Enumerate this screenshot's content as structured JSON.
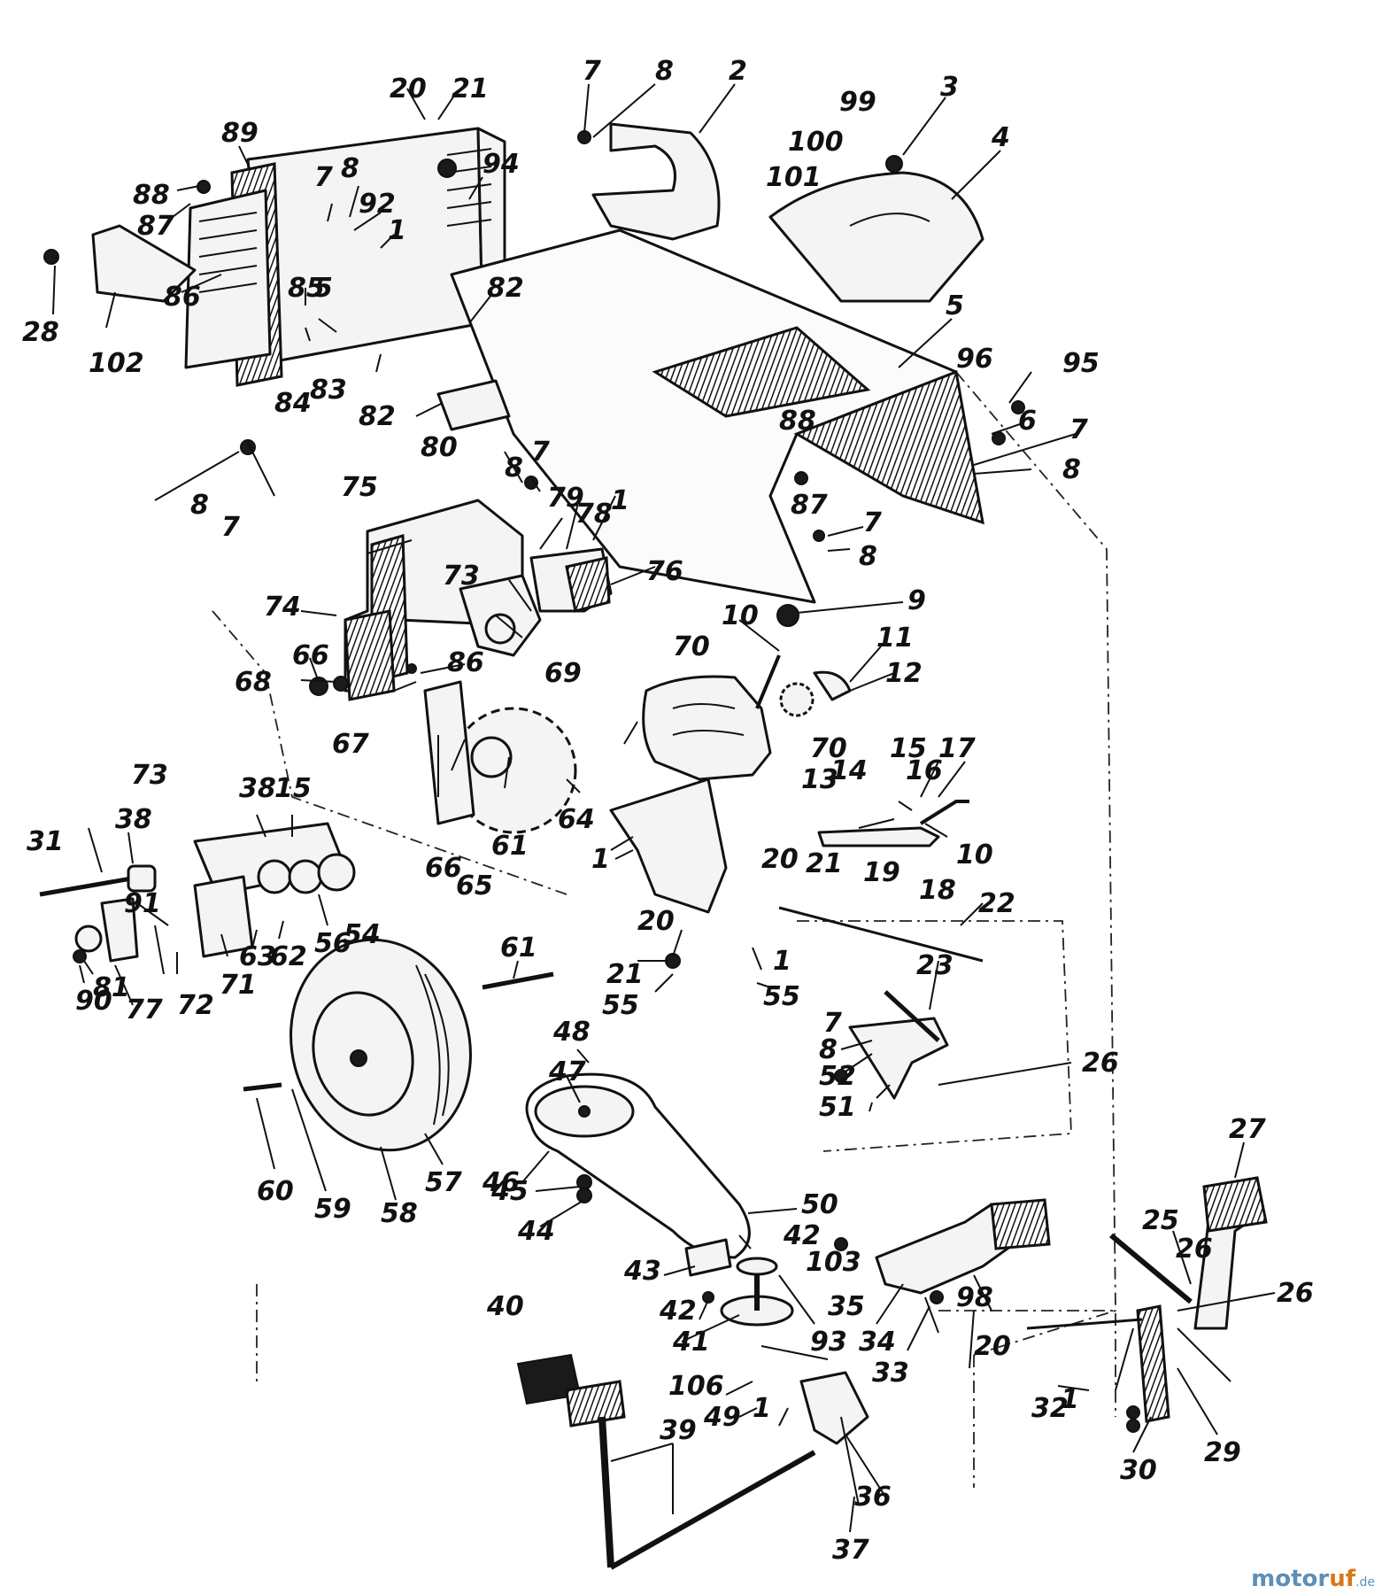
{
  "diagram": {
    "callouts": [
      {
        "id": "c2",
        "text": "2"
      },
      {
        "id": "c3",
        "text": "3"
      },
      {
        "id": "c4",
        "text": "4"
      },
      {
        "id": "c5",
        "text": "5"
      },
      {
        "id": "c6",
        "text": "6"
      },
      {
        "id": "c7a",
        "text": "7"
      },
      {
        "id": "c7b",
        "text": "7"
      },
      {
        "id": "c7c",
        "text": "7"
      },
      {
        "id": "c7d",
        "text": "7"
      },
      {
        "id": "c7e",
        "text": "7"
      },
      {
        "id": "c7f",
        "text": "7"
      },
      {
        "id": "c7g",
        "text": "7"
      },
      {
        "id": "c8a",
        "text": "8"
      },
      {
        "id": "c8b",
        "text": "8"
      },
      {
        "id": "c8c",
        "text": "8"
      },
      {
        "id": "c8d",
        "text": "8"
      },
      {
        "id": "c8e",
        "text": "8"
      },
      {
        "id": "c8f",
        "text": "8"
      },
      {
        "id": "c8g",
        "text": "8"
      },
      {
        "id": "c9",
        "text": "9"
      },
      {
        "id": "c10a",
        "text": "10"
      },
      {
        "id": "c10b",
        "text": "10"
      },
      {
        "id": "c11",
        "text": "11"
      },
      {
        "id": "c12",
        "text": "12"
      },
      {
        "id": "c13",
        "text": "13"
      },
      {
        "id": "c14",
        "text": "14"
      },
      {
        "id": "c15a",
        "text": "15"
      },
      {
        "id": "c15b",
        "text": "15"
      },
      {
        "id": "c16",
        "text": "16"
      },
      {
        "id": "c17",
        "text": "17"
      },
      {
        "id": "c18",
        "text": "18"
      },
      {
        "id": "c19",
        "text": "19"
      },
      {
        "id": "c20a",
        "text": "20"
      },
      {
        "id": "c20b",
        "text": "20"
      },
      {
        "id": "c20c",
        "text": "20"
      },
      {
        "id": "c20d",
        "text": "20"
      },
      {
        "id": "c21a",
        "text": "21"
      },
      {
        "id": "c21b",
        "text": "21"
      },
      {
        "id": "c21c",
        "text": "21"
      },
      {
        "id": "c22",
        "text": "22"
      },
      {
        "id": "c23",
        "text": "23"
      },
      {
        "id": "c25",
        "text": "25"
      },
      {
        "id": "c26a",
        "text": "26"
      },
      {
        "id": "c26b",
        "text": "26"
      },
      {
        "id": "c26c",
        "text": "26"
      },
      {
        "id": "c27",
        "text": "27"
      },
      {
        "id": "c28",
        "text": "28"
      },
      {
        "id": "c29",
        "text": "29"
      },
      {
        "id": "c30",
        "text": "30"
      },
      {
        "id": "c31",
        "text": "31"
      },
      {
        "id": "c32",
        "text": "32"
      },
      {
        "id": "c33",
        "text": "33"
      },
      {
        "id": "c34",
        "text": "34"
      },
      {
        "id": "c35",
        "text": "35"
      },
      {
        "id": "c36",
        "text": "36"
      },
      {
        "id": "c37",
        "text": "37"
      },
      {
        "id": "c38a",
        "text": "38"
      },
      {
        "id": "c38b",
        "text": "38"
      },
      {
        "id": "c39",
        "text": "39"
      },
      {
        "id": "c40",
        "text": "40"
      },
      {
        "id": "c41",
        "text": "41"
      },
      {
        "id": "c42a",
        "text": "42"
      },
      {
        "id": "c42b",
        "text": "42"
      },
      {
        "id": "c43",
        "text": "43"
      },
      {
        "id": "c44",
        "text": "44"
      },
      {
        "id": "c45",
        "text": "45"
      },
      {
        "id": "c46",
        "text": "46"
      },
      {
        "id": "c47",
        "text": "47"
      },
      {
        "id": "c48",
        "text": "48"
      },
      {
        "id": "c49",
        "text": "49"
      },
      {
        "id": "c50",
        "text": "50"
      },
      {
        "id": "c51",
        "text": "51"
      },
      {
        "id": "c52",
        "text": "52"
      },
      {
        "id": "c54",
        "text": "54"
      },
      {
        "id": "c55a",
        "text": "55"
      },
      {
        "id": "c55b",
        "text": "55"
      },
      {
        "id": "c56",
        "text": "56"
      },
      {
        "id": "c57",
        "text": "57"
      },
      {
        "id": "c58",
        "text": "58"
      },
      {
        "id": "c59",
        "text": "59"
      },
      {
        "id": "c60",
        "text": "60"
      },
      {
        "id": "c61a",
        "text": "61"
      },
      {
        "id": "c61b",
        "text": "61"
      },
      {
        "id": "c62",
        "text": "62"
      },
      {
        "id": "c63",
        "text": "63"
      },
      {
        "id": "c64",
        "text": "64"
      },
      {
        "id": "c65",
        "text": "65"
      },
      {
        "id": "c66a",
        "text": "66"
      },
      {
        "id": "c66b",
        "text": "66"
      },
      {
        "id": "c67",
        "text": "67"
      },
      {
        "id": "c68",
        "text": "68"
      },
      {
        "id": "c69",
        "text": "69"
      },
      {
        "id": "c70a",
        "text": "70"
      },
      {
        "id": "c70b",
        "text": "70"
      },
      {
        "id": "c71",
        "text": "71"
      },
      {
        "id": "c72",
        "text": "72"
      },
      {
        "id": "c73a",
        "text": "73"
      },
      {
        "id": "c73b",
        "text": "73"
      },
      {
        "id": "c74",
        "text": "74"
      },
      {
        "id": "c75",
        "text": "75"
      },
      {
        "id": "c76",
        "text": "76"
      },
      {
        "id": "c77",
        "text": "77"
      },
      {
        "id": "c78",
        "text": "78"
      },
      {
        "id": "c79",
        "text": "79"
      },
      {
        "id": "c80",
        "text": "80"
      },
      {
        "id": "c81",
        "text": "81"
      },
      {
        "id": "c82a",
        "text": "82"
      },
      {
        "id": "c82b",
        "text": "82"
      },
      {
        "id": "c83",
        "text": "83"
      },
      {
        "id": "c84",
        "text": "84"
      },
      {
        "id": "c85",
        "text": "85"
      },
      {
        "id": "c86a",
        "text": "86"
      },
      {
        "id": "c86b",
        "text": "86"
      },
      {
        "id": "c87a",
        "text": "87"
      },
      {
        "id": "c87b",
        "text": "87"
      },
      {
        "id": "c88a",
        "text": "88"
      },
      {
        "id": "c88b",
        "text": "88"
      },
      {
        "id": "c89",
        "text": "89"
      },
      {
        "id": "c90",
        "text": "90"
      },
      {
        "id": "c91",
        "text": "91"
      },
      {
        "id": "c92",
        "text": "92"
      },
      {
        "id": "c93",
        "text": "93"
      },
      {
        "id": "c94",
        "text": "94"
      },
      {
        "id": "c95",
        "text": "95"
      },
      {
        "id": "c96",
        "text": "96"
      },
      {
        "id": "c98",
        "text": "98"
      },
      {
        "id": "c99",
        "text": "99"
      },
      {
        "id": "c100",
        "text": "100"
      },
      {
        "id": "c101",
        "text": "101"
      },
      {
        "id": "c102",
        "text": "102"
      },
      {
        "id": "c103",
        "text": "103"
      },
      {
        "id": "c106",
        "text": "106"
      },
      {
        "id": "c1a",
        "text": "1"
      },
      {
        "id": "c1b",
        "text": "1"
      },
      {
        "id": "c1c",
        "text": "1"
      },
      {
        "id": "c1d",
        "text": "1"
      },
      {
        "id": "c1e",
        "text": "1"
      },
      {
        "id": "c1f",
        "text": "1"
      },
      {
        "id": "c5b",
        "text": "5"
      }
    ]
  },
  "watermark": {
    "part1": "motor",
    "part2": "uf",
    "suffix": ".de"
  },
  "colors": {
    "ink": "#111111",
    "paper": "#ffffff",
    "watermark_blue": "#5d8fb8",
    "watermark_orange": "#d8781a"
  }
}
